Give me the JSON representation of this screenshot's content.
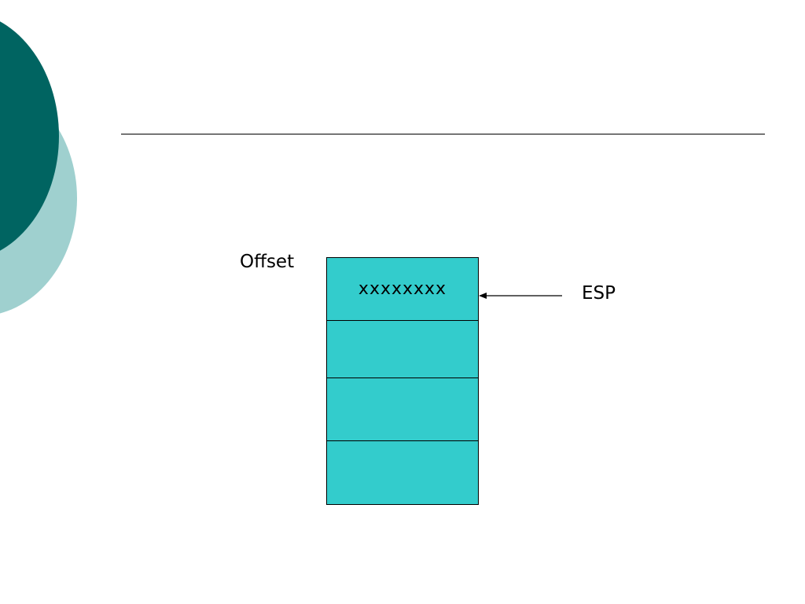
{
  "theme": {
    "accent_dark": "#006461",
    "accent_light": "#9fd0cf",
    "cell_fill": "#33cccc",
    "line_color": "#000000"
  },
  "diagram": {
    "offset_label": "Offset",
    "pointer_label": "ESP",
    "cells": [
      {
        "value": "xxxxxxxx"
      },
      {
        "value": ""
      },
      {
        "value": ""
      },
      {
        "value": ""
      }
    ],
    "pointer_target_cell": 0
  }
}
